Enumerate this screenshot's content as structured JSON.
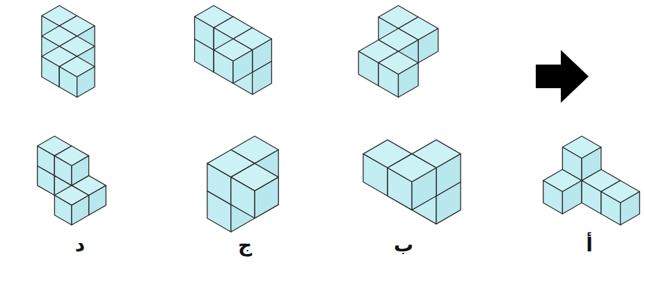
{
  "diagram": {
    "labels": [
      "أ",
      "ب",
      "ج",
      "د"
    ]
  }
}
